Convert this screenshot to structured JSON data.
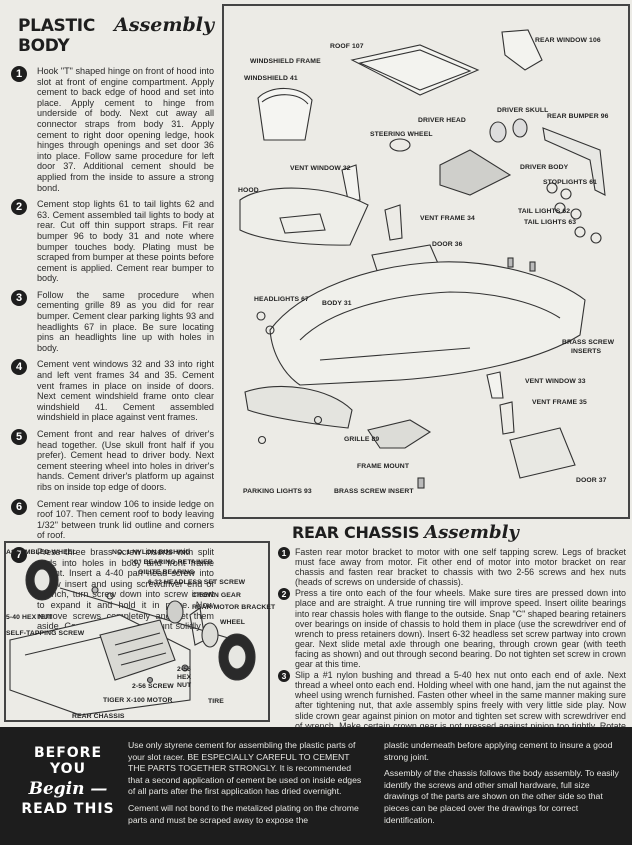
{
  "plastic_body": {
    "title_bold": "PLASTIC BODY",
    "title_script": "Assembly",
    "steps": [
      {
        "num": "1",
        "text": "Hook \"T\" shaped hinge on front of hood into slot at front of engine compartment. Apply cement to back edge of hood and set into place. Apply cement to hinge from underside of body. Next cut away all connector straps from body 31. Apply cement to right door opening ledge, hook hinges through openings and set door 36 into place. Follow same procedure for left door 37. Additional cement should be applied from the inside to assure a strong bond."
      },
      {
        "num": "2",
        "text": "Cement stop lights 61 to tail lights 62 and 63. Cement assembled tail lights to body at rear. Cut off thin support straps. Fit rear bumper 96 to body 31 and note where bumper touches body. Plating must be scraped from bumper at these points before cement is applied. Cement rear bumper to body."
      },
      {
        "num": "3",
        "text": "Follow the same procedure when cementing grille 89 as you did for rear bumper. Cement clear parking lights 93 and headlights 67 in place. Be sure locating pins an headlights line up with holes in body."
      },
      {
        "num": "4",
        "text": "Cement vent windows 32 and 33 into right and left vent frames 34 and 35. Cement vent frames in place on inside of doors. Next cement windshield frame onto clear windshield 41. Cement assembled windshield in place against vent frames."
      },
      {
        "num": "5",
        "text": "Cement front and rear halves of driver's head together. (Use skull front half if you prefer). Cement head to driver body. Next cement steering wheel into holes in driver's hands. Cement driver's platform up against ribs on inside top edge of doors."
      },
      {
        "num": "6",
        "text": "Cement rear window 106 to inside ledge on roof 107. Then cement roof to body leaving 1/32\" between trunk lid outline and corners of roof."
      },
      {
        "num": "7",
        "text": "Press three brass screw inserts with split ends into holes in body and front frame mount. Insert a 4-40 pan head screw into screw insert and using screwdriver end of wrench, turn screw down into screw insert to expand it and hold it in place. Now remove screws completely and set them aside. Cement front frame mount solidly on underside of body."
      }
    ]
  },
  "body_labels": {
    "roof": "ROOF 107",
    "rear_window": "REAR WINDOW 106",
    "windshield_frame": "WINDSHIELD FRAME",
    "windshield": "WINDSHIELD 41",
    "driver_skull": "DRIVER SKULL",
    "driver_head": "DRIVER HEAD",
    "rear_bumper": "REAR BUMPER 96",
    "steering_wheel": "STEERING WHEEL",
    "vent_window_32": "VENT WINDOW 32",
    "driver_body": "DRIVER BODY",
    "stoplights": "STOPLIGHTS 61",
    "hood": "HOOD",
    "tail_lights_62": "TAIL LIGHTS 62",
    "tail_lights_63": "TAIL LIGHTS 63",
    "vent_frame_34": "VENT FRAME 34",
    "door_36": "DOOR 36",
    "headlights": "HEADLIGHTS 67",
    "body": "BODY 31",
    "brass_screw_inserts_1": "BRASS SCREW",
    "brass_screw_inserts_2": "INSERTS",
    "vent_window_33": "VENT WINDOW 33",
    "vent_frame_35": "VENT FRAME 35",
    "grille": "GRILLE 89",
    "frame_mount": "FRAME MOUNT",
    "door_37": "DOOR 37",
    "parking_lights": "PARKING LIGHTS 93",
    "brass_screw_insert": "BRASS SCREW INSERT"
  },
  "rear_chassis": {
    "title_bold": "REAR CHASSIS",
    "title_script": "Assembly",
    "labels": {
      "assembled_wheel": "ASSEMBLED WHEEL",
      "nylon_bushing": "NO. 1 NYLON BUSHING",
      "bearing_retainer": "\"C\" BEARING RETAINER",
      "oilite_bearing": "OILITE BEARING",
      "headless_set_screw": "6-32 HEADLESS SET SCREW",
      "crown_gear": "CROWN GEAR",
      "rear_motor_bracket": "REAR MOTOR BRACKET",
      "hex_nut_5_40": "5-40 HEX NUT",
      "wheel": "WHEEL",
      "self_tapping_screw": "SELF-TAPPING SCREW",
      "hex_nut_2_56_1": "2-56",
      "hex_nut_2_56_2": "HEX",
      "hex_nut_2_56_3": "NUT",
      "screw_2_56": "2-56 SCREW",
      "tiger_motor": "TIGER X-100 MOTOR",
      "tire": "TIRE",
      "rear_chassis": "REAR CHASSIS"
    },
    "steps": [
      {
        "num": "1",
        "text": "Fasten rear motor bracket to motor with one self tapping screw. Legs of bracket must face away from motor. Fit other end of motor into motor bracket on rear chassis and fasten rear bracket to chassis with two 2-56 screws and hex nuts (heads of screws on underside of chassis)."
      },
      {
        "num": "2",
        "text": "Press a tire onto each of the four wheels. Make sure tires are pressed down into place and are straight. A true running tire will improve speed. Insert oilite bearings into rear chassis holes with flange to the outside. Snap \"C\" shaped bearing retainers over bearings on inside of chassis to hold them in place (use the screwdriver end of wrench to press retainers down). Insert 6-32 headless set screw partway into crown gear. Next slide metal axle through one bearing, through crown gear (with teeth facing as shown) and out through second bearing. Do not tighten set screw in crown gear at this time."
      },
      {
        "num": "3",
        "text": "Slip a #1 nylon bushing and thread a 5-40 hex nut onto each end of axle. Next thread a wheel onto each end. Holding wheel with one hand, jam the nut against the wheel using wrench furnished. Fasten other wheel in the same manner making sure after tightening nut, that axle assembly spins freely with very little side play. Now slide crown gear against pinion on motor and tighten set screw with screwdriver end of wrench. Make certain crown gear is not pressed against pinion too tightly. Rotate the axle to make sure it rotates easily. If gears mesh too tightly a loss of power will result."
      }
    ]
  },
  "footer": {
    "before": "BEFORE YOU",
    "begin": "Begin —",
    "read_this": "READ THIS",
    "col1_p1": "Use only styrene cement for assembling the plastic parts of your slot racer. BE ESPECIALLY CAREFUL TO CEMENT THE PARTS TOGETHER STRONGLY. It is recommended that a second application of cement be used on inside edges of all parts after the first application has dried overnight.",
    "col1_p2": "Cement will not bond to the metalized plating on the chrome parts and must be scraped away to expose the",
    "col2_p1": "plastic underneath before applying cement to insure a good strong joint.",
    "col2_p2": "Assembly of the chassis follows the body assembly. To easily identify the screws and other small hardware, full size drawings of the parts are shown on the other side so that pieces can be placed over the drawings for correct identification."
  }
}
